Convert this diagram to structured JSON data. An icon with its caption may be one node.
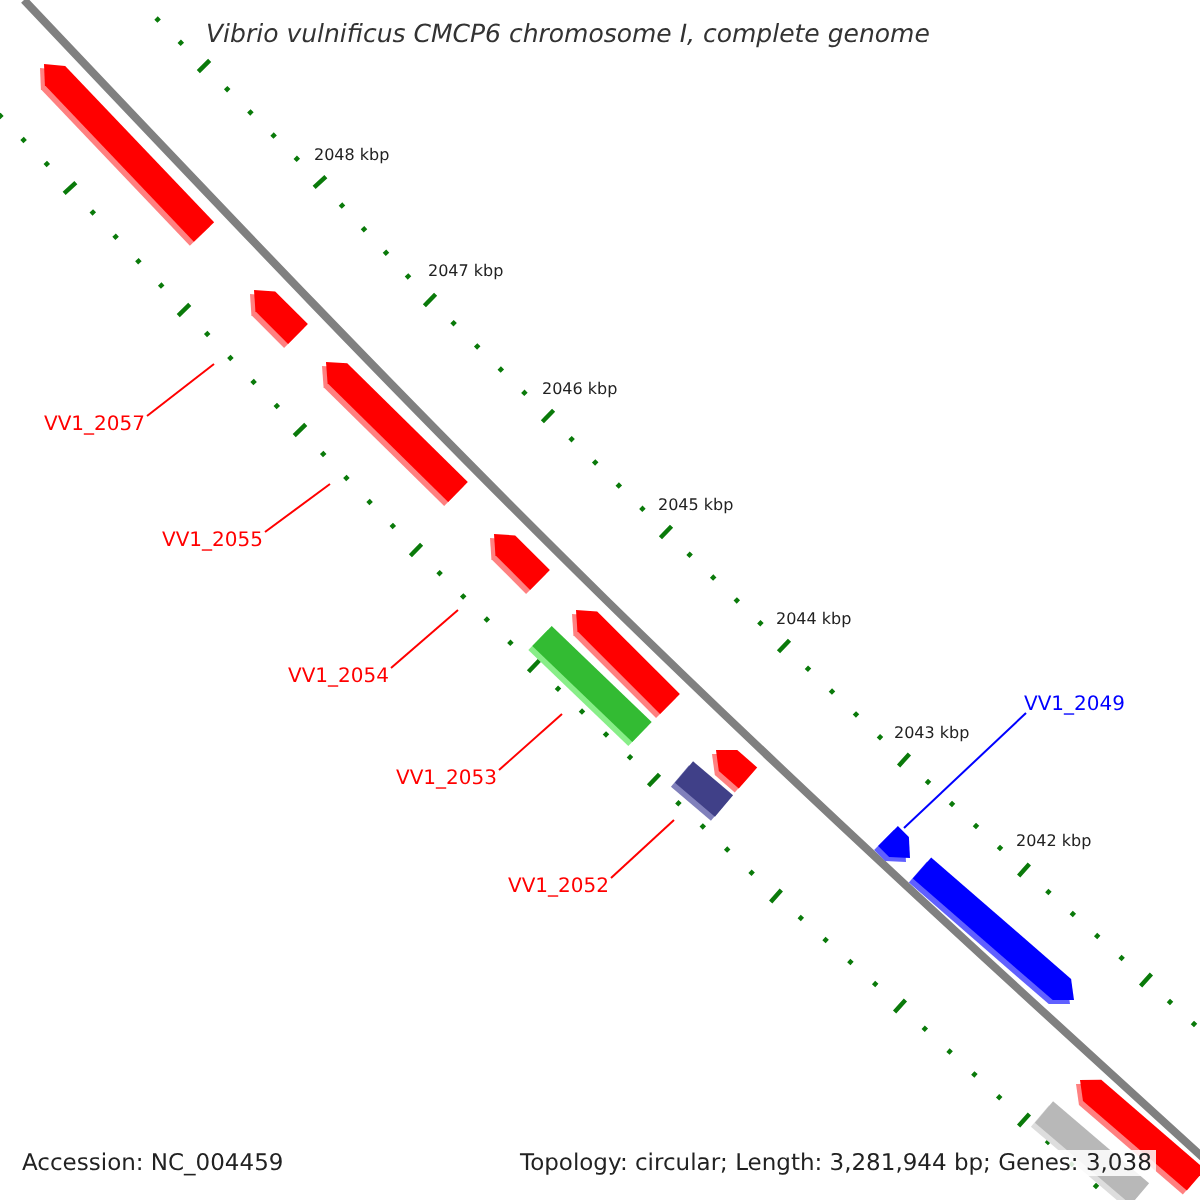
{
  "diagram": {
    "title": "Vibrio vulnificus CMCP6 chromosome I, complete genome",
    "nodes": [
      {
        "text": [
          "VV1_2057"
        ]
      },
      {
        "text": [
          "VV1_2055"
        ]
      },
      {
        "text": [
          "VV1_2054"
        ]
      },
      {
        "text": [
          "VV1_2049"
        ]
      },
      {
        "text": [
          "VV1_2053"
        ]
      },
      {
        "text": [
          "VV1_2052"
        ]
      },
      {
        "text": [],
        "shape": "bar"
      },
      {
        "text": [],
        "shape": "bar"
      },
      {
        "text": [],
        "shape": "bar"
      },
      {
        "text": [],
        "shape": "bar"
      },
      {
        "text": [],
        "shape": "bar"
      },
      {
        "text": [],
        "shape": "bar"
      },
      {
        "text": [],
        "shape": "bar"
      },
      {
        "text": [],
        "shape": "bar"
      },
      {
        "text": [],
        "shape": "bar"
      },
      {
        "text": [],
        "shape": "bar"
      },
      {
        "text": [],
        "shape": "bar"
      },
      {
        "text": [],
        "shape": "bar"
      }
    ],
    "edges": [
      {
        "from": 0,
        "to": 7,
        "arrow": "none"
      },
      {
        "from": 1,
        "to": 8,
        "arrow": "none"
      },
      {
        "from": 2,
        "to": 9,
        "arrow": "none"
      },
      {
        "from": 3,
        "to": 14,
        "arrow": "none",
        "color": "#0000ff"
      },
      {
        "from": 4,
        "to": 11,
        "arrow": "none"
      },
      {
        "from": 5,
        "to": 13,
        "arrow": "none"
      }
    ],
    "labels": [
      "2048 kbp",
      "2047 kbp",
      "2046 kbp",
      "2045 kbp",
      "2044 kbp",
      "2043 kbp",
      "2042 kbp",
      "Accession: NC_004459",
      "Topology: circular; Length: 3,281,944 bp; Genes: 3,038"
    ]
  }
}
